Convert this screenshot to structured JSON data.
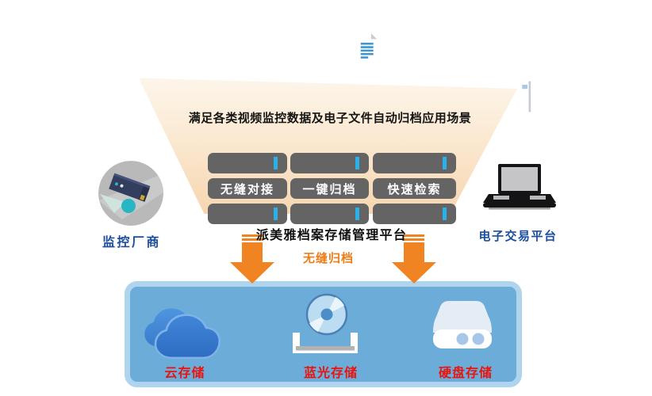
{
  "header": {
    "caption": "满足各类视频监控数据及电子文件自动归档应用场景"
  },
  "platform": {
    "title": "派美雅档案存储管理平台",
    "features": [
      "无缝对接",
      "一键归档",
      "快速检索"
    ]
  },
  "flow": {
    "archive_label": "无缝归档"
  },
  "sources": {
    "left": {
      "label": "监控厂商",
      "icon": "surveillance-camera-icon"
    },
    "right": {
      "label": "电子交易平台",
      "icon": "laptop-icon"
    }
  },
  "storage": {
    "items": [
      {
        "label": "云存储",
        "icon": "cloud-icon"
      },
      {
        "label": "蓝光存储",
        "icon": "bluray-disc-icon"
      },
      {
        "label": "硬盘存储",
        "icon": "hard-drive-icon"
      }
    ]
  },
  "top_icons": [
    "cctv-camera-icon",
    "video-film-icon",
    "archive-binders-icon",
    "document-icon",
    "optical-disc-icon",
    "storage-cabinet-icon"
  ],
  "colors": {
    "bubble_top": "#74bbe6",
    "bubble_bottom": "#2a80c2",
    "funnel_top": "#fdf6ec",
    "funnel_bottom": "#f6d6b0",
    "rack_gray": "#646464",
    "rack_accent_cyan": "#2cb0e8",
    "arrow_orange": "#f08423",
    "storage_box_fill": "#6cacd9",
    "storage_box_border": "#aed4ee",
    "storage_label_red": "#e8150f",
    "partner_label_blue": "#1b4f9d"
  }
}
